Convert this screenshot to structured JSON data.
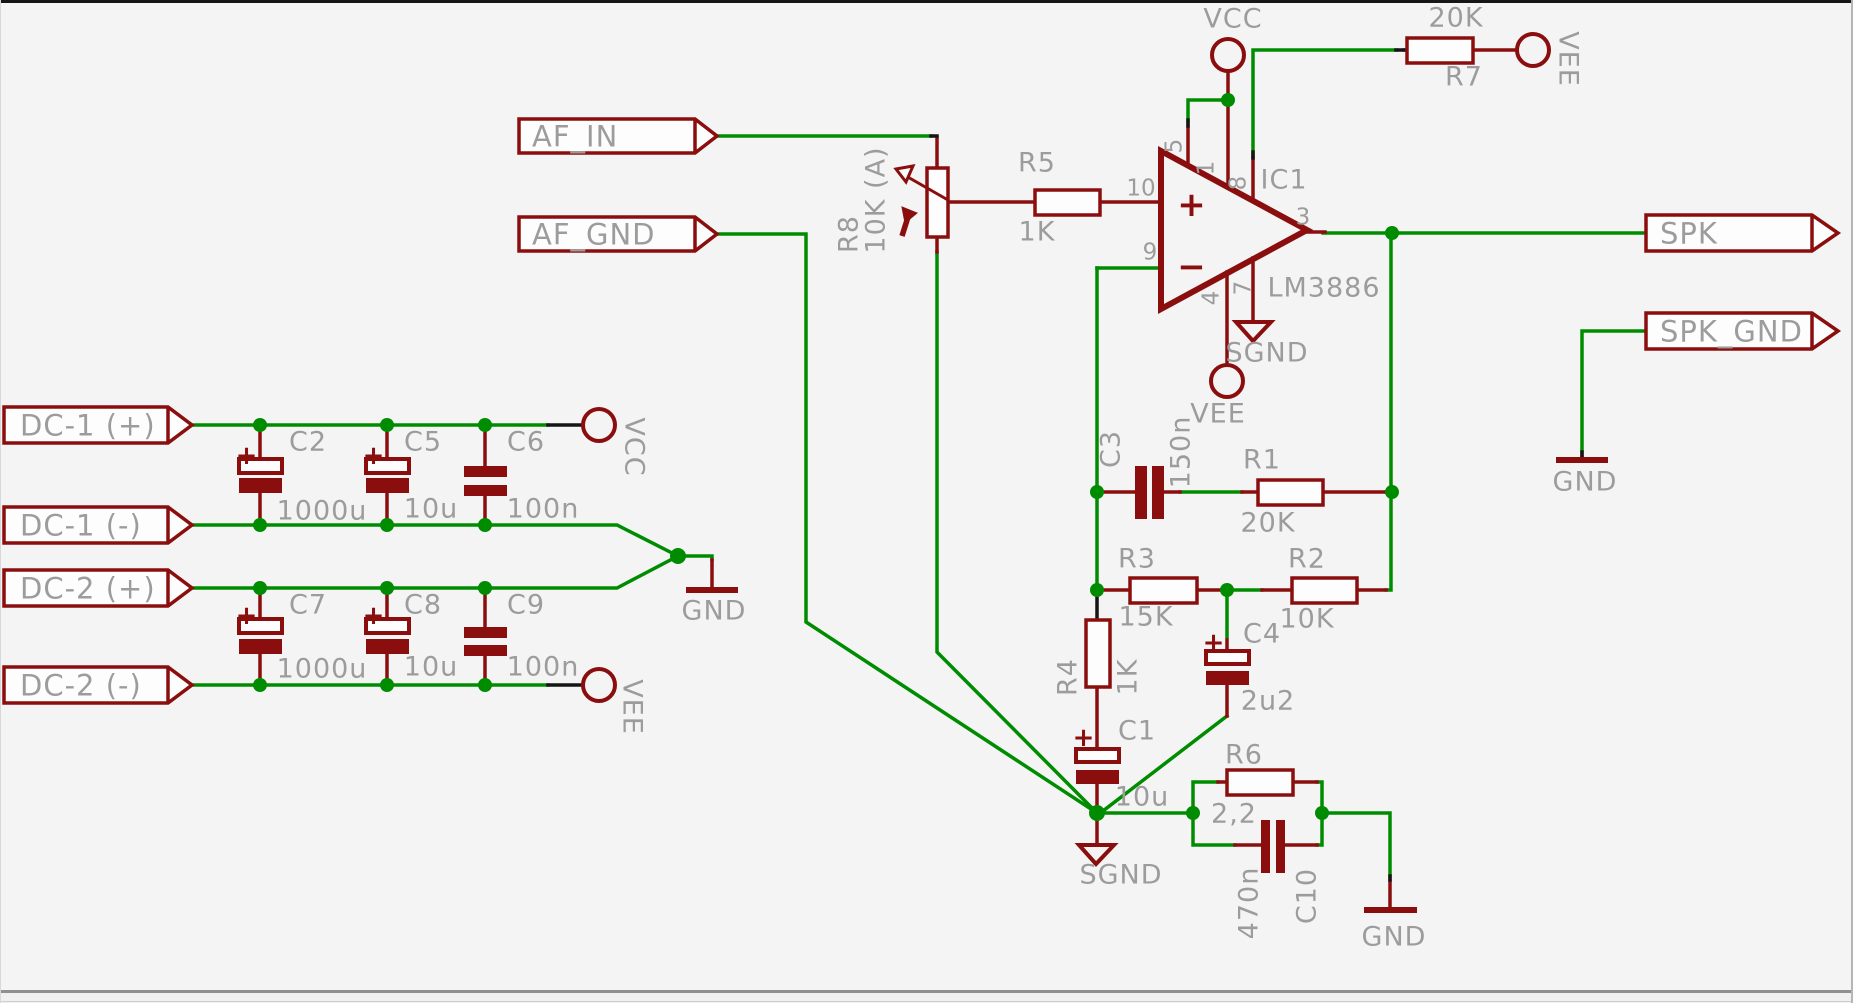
{
  "schematic": {
    "flags": {
      "af_in": "AF_IN",
      "af_gnd": "AF_GND",
      "dc1_plus": "DC-1 (+)",
      "dc1_minus": "DC-1 (-)",
      "dc2_plus": "DC-2 (+)",
      "dc2_minus": "DC-2 (-)",
      "spk": "SPK",
      "spk_gnd": "SPK_GND"
    },
    "power": {
      "vcc": "VCC",
      "vee": "VEE",
      "gnd": "GND",
      "sgnd": "SGND"
    },
    "ic": {
      "ref": "IC1",
      "part": "LM3886",
      "plus": "+",
      "minus": "−",
      "pins": {
        "p1": "1",
        "p3": "3",
        "p4": "4",
        "p5": "5",
        "p7": "7",
        "p8": "8",
        "p9": "9",
        "p10": "10"
      }
    },
    "resistors": {
      "r1": {
        "ref": "R1",
        "value": "20K"
      },
      "r2": {
        "ref": "R2",
        "value": "10K"
      },
      "r3": {
        "ref": "R3",
        "value": "15K"
      },
      "r4": {
        "ref": "R4",
        "value": "1K"
      },
      "r5": {
        "ref": "R5",
        "value": "1K"
      },
      "r6": {
        "ref": "R6",
        "value": "2,2"
      },
      "r7": {
        "ref": "R7",
        "value": "20K"
      },
      "r8": {
        "ref": "R8",
        "value": "10K (A)"
      }
    },
    "capacitors": {
      "c1": {
        "ref": "C1",
        "value": "10u"
      },
      "c2": {
        "ref": "C2",
        "value": "1000u"
      },
      "c3": {
        "ref": "C3",
        "value": "150n"
      },
      "c4": {
        "ref": "C4",
        "value": "2u2"
      },
      "c5": {
        "ref": "C5",
        "value": "10u"
      },
      "c6": {
        "ref": "C6",
        "value": "100n"
      },
      "c7": {
        "ref": "C7",
        "value": "1000u"
      },
      "c8": {
        "ref": "C8",
        "value": "10u"
      },
      "c9": {
        "ref": "C9",
        "value": "100n"
      },
      "c10": {
        "ref": "C10",
        "value": "470n"
      }
    },
    "symbols": {
      "polarity_plus": "+"
    },
    "colors": {
      "wire": "#008c00",
      "component": "#8b0e0e",
      "label": "#9c9c9c",
      "background": "#f4f4f4"
    }
  }
}
